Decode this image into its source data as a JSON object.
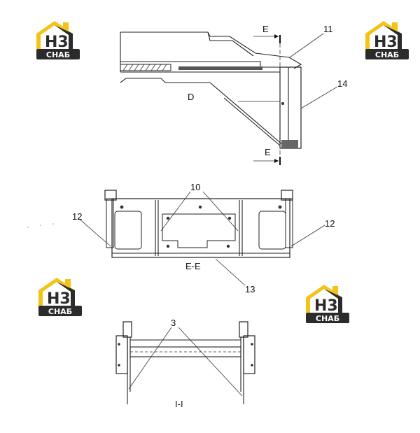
{
  "brand": {
    "logo_letters": "H3",
    "logo_word": "СНАБ",
    "color_yellow": "#f2c318",
    "color_dark": "#2b2b2b"
  },
  "labels": {
    "part_11": "11",
    "part_14": "14",
    "section_d": "D",
    "section_e_top": "E",
    "section_e_bottom": "E",
    "part_10": "10",
    "part_12_left": "12",
    "part_12_right": "12",
    "section_ee": "E-E",
    "part_13": "13",
    "part_3": "3",
    "section_ii": "I-I"
  }
}
